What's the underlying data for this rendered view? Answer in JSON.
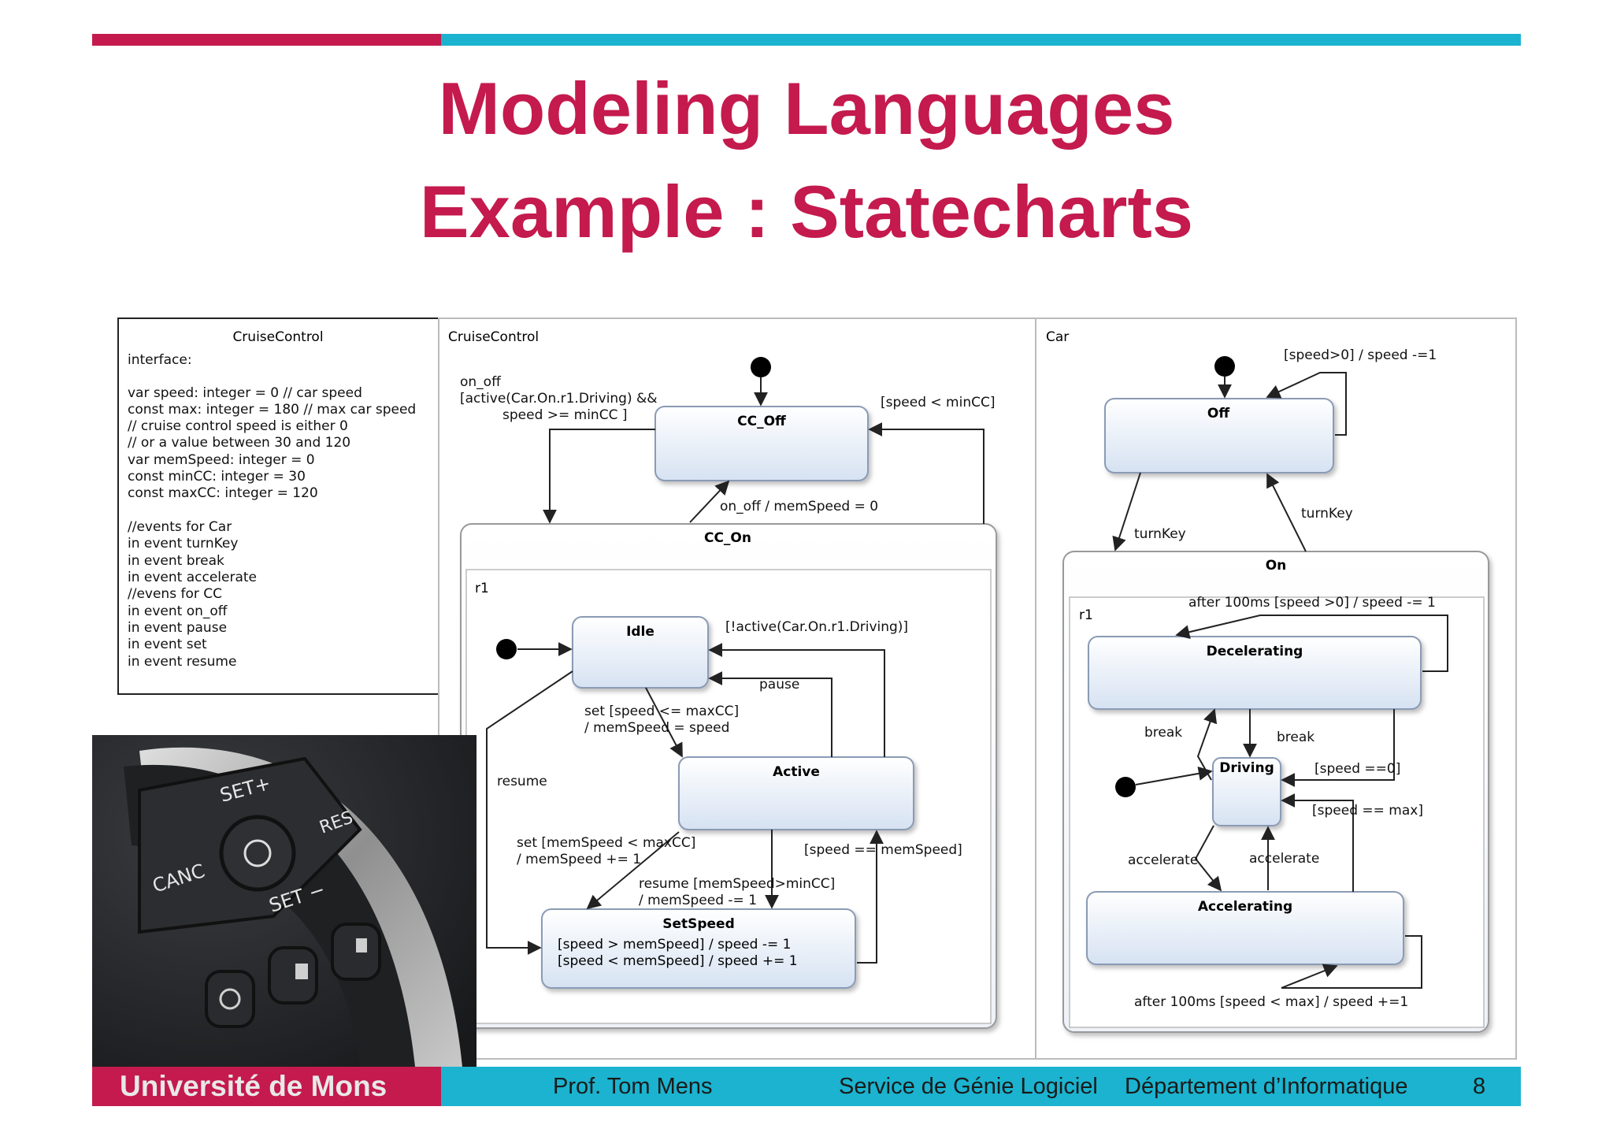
{
  "title": {
    "line1": "Modeling Languages",
    "line2": "Example : Statecharts"
  },
  "footer": {
    "university": "Université de Mons",
    "professor": "Prof. Tom Mens",
    "service": "Service de Génie Logiciel",
    "department": "Département d’Informatique",
    "page_number": "8"
  },
  "interface_box": {
    "title": "CruiseControl",
    "lines": [
      "interface:",
      "",
      "var speed: integer = 0 // car speed",
      "const max: integer = 180 // max car speed",
      "// cruise control speed is either 0",
      "// or a value between 30 and 120",
      "var memSpeed: integer = 0",
      "const minCC: integer = 30",
      "const maxCC: integer = 120",
      "",
      "//events for Car",
      "in event turnKey",
      "in event break",
      "in event accelerate",
      "//evens for CC",
      "in event on_off",
      "in event pause",
      "in event set",
      "in event resume"
    ]
  },
  "cruise_panel": {
    "label": "CruiseControl",
    "states": {
      "cc_off": "CC_Off",
      "cc_on": "CC_On",
      "region": "r1",
      "idle": "Idle",
      "active": "Active",
      "setspeed": "SetSpeed",
      "setspeed_body": [
        "[speed > memSpeed] / speed -= 1",
        "[speed < memSpeed] / speed += 1"
      ]
    },
    "transitions": {
      "on_off_enter": [
        "on_off",
        "[active(Car.On.r1.Driving) &&",
        "speed >= minCC ]"
      ],
      "speed_lt_min": "[speed < minCC]",
      "on_off_exit": "on_off / memSpeed = 0",
      "not_driving": "[!active(Car.On.r1.Driving)]",
      "pause": "pause",
      "set_idle": [
        "set [speed <= maxCC]",
        "/ memSpeed = speed"
      ],
      "resume_left": "resume",
      "set_active": [
        "set [memSpeed < maxCC]",
        "/ memSpeed += 1"
      ],
      "speed_eq_mem": "[speed == memSpeed]",
      "resume_active": [
        "resume [memSpeed>minCC]",
        "/ memSpeed -= 1"
      ]
    }
  },
  "car_panel": {
    "label": "Car",
    "states": {
      "off": "Off",
      "on": "On",
      "region": "r1",
      "decelerating": "Decelerating",
      "driving": "Driving",
      "accelerating": "Accelerating"
    },
    "transitions": {
      "off_self": "[speed>0] / speed -=1",
      "turnkey_down": "turnKey",
      "turnkey_up": "turnKey",
      "decel_self": "after 100ms [speed >0] / speed -= 1",
      "break_up": "break",
      "break_down": "break",
      "speed_zero": "[speed ==0]",
      "speed_max": "[speed == max]",
      "accelerate_down": "accelerate",
      "accelerate_up": "accelerate",
      "accel_self": "after 100ms [speed < max] / speed +=1"
    }
  },
  "photo": {
    "buttons": [
      "SET+",
      "RES",
      "CANC",
      "SET −"
    ]
  }
}
